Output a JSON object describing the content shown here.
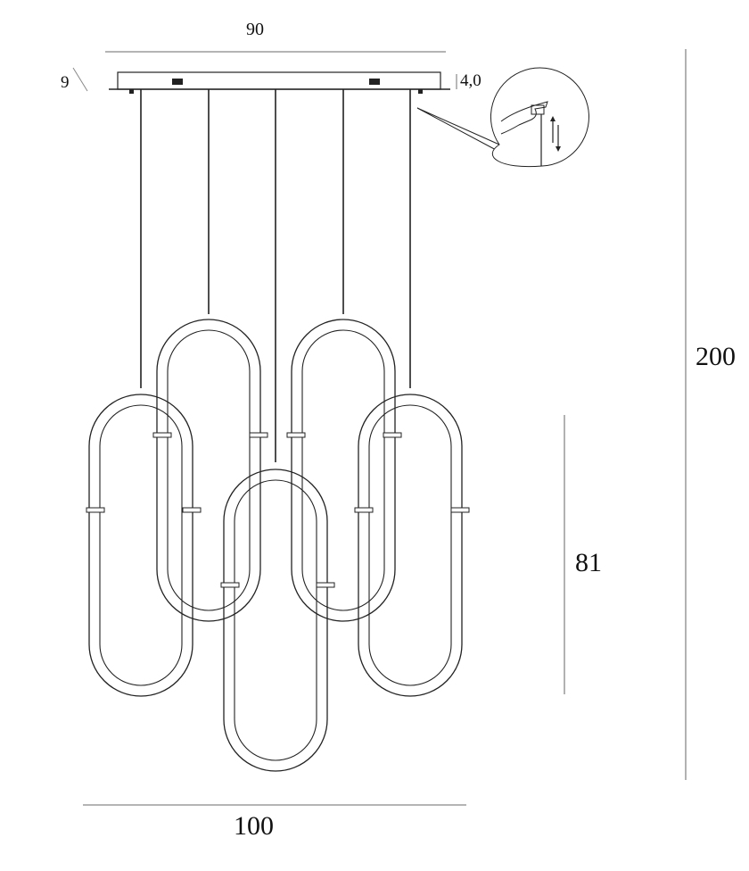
{
  "diagram": {
    "type": "technical-dimension-drawing",
    "subject": "pendant lamp with five interlocking oval loops on a rectangular canopy",
    "dimensions": {
      "canopy_width": "90",
      "canopy_depth": "9",
      "canopy_height": "4,0",
      "total_height": "200",
      "loop_height": "81",
      "total_width": "100"
    },
    "detail_callout": {
      "description": "hand adjusting cable grip with up/down arrows",
      "icon": "height-adjust-icon"
    },
    "colors": {
      "line": "#222222",
      "dimension_line": "#888888",
      "background": "#ffffff"
    }
  }
}
